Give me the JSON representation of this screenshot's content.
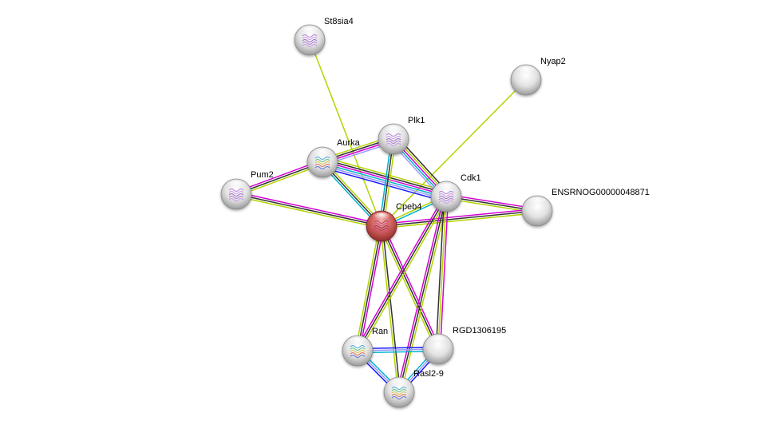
{
  "diagram": {
    "type": "protein-interaction-network",
    "edge_colors": {
      "known_db": "#00b4cf",
      "known_exp": "#d400d4",
      "coexpression": "#333333",
      "textmining": "#b3d400",
      "homology": "#9999ff",
      "neighborhood": "#1a1aff"
    },
    "nodes": [
      {
        "id": "St8sia4",
        "label": "St8sia4",
        "color": "#d8d8d8",
        "query": false,
        "structure": "helix-purple"
      },
      {
        "id": "Nyap2",
        "label": "Nyap2",
        "color": "#d8d8d8",
        "query": false,
        "structure": "none"
      },
      {
        "id": "Plk1",
        "label": "Plk1",
        "color": "#d8d8d8",
        "query": false,
        "structure": "purple"
      },
      {
        "id": "Aurka",
        "label": "Aurka",
        "color": "#d8d8d8",
        "query": false,
        "structure": "rainbow"
      },
      {
        "id": "Pum2",
        "label": "Pum2",
        "color": "#d8d8d8",
        "query": false,
        "structure": "purple"
      },
      {
        "id": "Cdk1",
        "label": "Cdk1",
        "color": "#d8d8d8",
        "query": false,
        "structure": "purple"
      },
      {
        "id": "Cpeb4",
        "label": "Cpeb4",
        "color": "#c0504d",
        "query": true,
        "structure": "magenta"
      },
      {
        "id": "ENSRNOG00000048871",
        "label": "ENSRNOG00000048871",
        "color": "#d8d8d8",
        "query": false,
        "structure": "none"
      },
      {
        "id": "Ran",
        "label": "Ran",
        "color": "#d8d8d8",
        "query": false,
        "structure": "rainbow"
      },
      {
        "id": "RGD1306195",
        "label": "RGD1306195",
        "color": "#d8d8d8",
        "query": false,
        "structure": "none"
      },
      {
        "id": "Rasl2-9",
        "label": "Rasl2-9",
        "color": "#d8d8d8",
        "query": false,
        "structure": "rainbow"
      }
    ],
    "edges": [
      {
        "source": "St8sia4",
        "target": "Cpeb4",
        "evidence": [
          "textmining"
        ]
      },
      {
        "source": "Nyap2",
        "target": "Cpeb4",
        "evidence": [
          "textmining"
        ]
      },
      {
        "source": "Aurka",
        "target": "Plk1",
        "evidence": [
          "textmining",
          "coexpression",
          "known_exp",
          "homology"
        ]
      },
      {
        "source": "Aurka",
        "target": "Cdk1",
        "evidence": [
          "textmining",
          "coexpression",
          "known_exp",
          "known_db",
          "homology",
          "neighborhood"
        ]
      },
      {
        "source": "Aurka",
        "target": "Cpeb4",
        "evidence": [
          "textmining",
          "coexpression",
          "known_db"
        ]
      },
      {
        "source": "Pum2",
        "target": "Aurka",
        "evidence": [
          "known_exp",
          "coexpression",
          "textmining"
        ]
      },
      {
        "source": "Pum2",
        "target": "Cpeb4",
        "evidence": [
          "known_exp",
          "coexpression",
          "textmining"
        ]
      },
      {
        "source": "Plk1",
        "target": "Cdk1",
        "evidence": [
          "coexpression",
          "textmining",
          "known_exp",
          "known_db",
          "homology"
        ]
      },
      {
        "source": "Plk1",
        "target": "Cpeb4",
        "evidence": [
          "textmining",
          "coexpression",
          "known_db"
        ]
      },
      {
        "source": "Cdk1",
        "target": "Cpeb4",
        "evidence": [
          "known_db",
          "textmining"
        ]
      },
      {
        "source": "Cdk1",
        "target": "ENSRNOG00000048871",
        "evidence": [
          "known_exp",
          "coexpression",
          "textmining"
        ]
      },
      {
        "source": "Cpeb4",
        "target": "ENSRNOG00000048871",
        "evidence": [
          "known_exp",
          "coexpression",
          "textmining"
        ]
      },
      {
        "source": "Cpeb4",
        "target": "Ran",
        "evidence": [
          "known_exp",
          "coexpression",
          "textmining"
        ]
      },
      {
        "source": "Cpeb4",
        "target": "Rasl2-9",
        "evidence": [
          "coexpression",
          "textmining"
        ]
      },
      {
        "source": "Cpeb4",
        "target": "RGD1306195",
        "evidence": [
          "known_exp",
          "coexpression",
          "textmining"
        ]
      },
      {
        "source": "Cdk1",
        "target": "Ran",
        "evidence": [
          "textmining",
          "coexpression",
          "known_exp"
        ]
      },
      {
        "source": "Cdk1",
        "target": "Rasl2-9",
        "evidence": [
          "textmining",
          "coexpression",
          "known_exp"
        ]
      },
      {
        "source": "Cdk1",
        "target": "RGD1306195",
        "evidence": [
          "known_exp",
          "textmining",
          "coexpression"
        ]
      },
      {
        "source": "Ran",
        "target": "RGD1306195",
        "evidence": [
          "neighborhood",
          "homology",
          "known_db"
        ]
      },
      {
        "source": "Ran",
        "target": "Rasl2-9",
        "evidence": [
          "known_db",
          "homology",
          "neighborhood"
        ]
      },
      {
        "source": "RGD1306195",
        "target": "Rasl2-9",
        "evidence": [
          "neighborhood",
          "homology",
          "known_db"
        ]
      }
    ]
  }
}
